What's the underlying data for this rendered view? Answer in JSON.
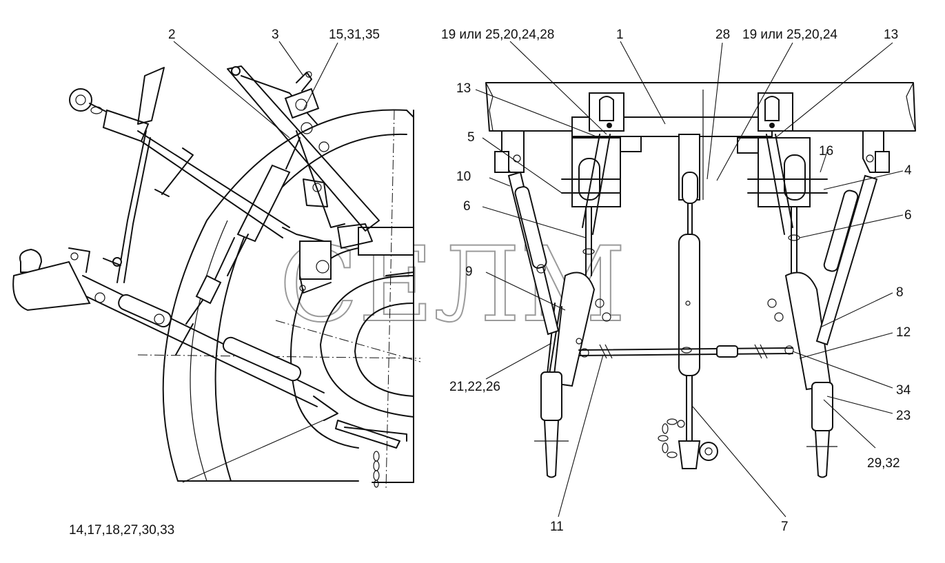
{
  "figure": {
    "watermark": "СЕЛМ",
    "callouts": [
      {
        "id": "c-2",
        "text": "2"
      },
      {
        "id": "c-3",
        "text": "3"
      },
      {
        "id": "c-15-31-35",
        "text": "15,31,35"
      },
      {
        "id": "c-14-17-18",
        "text": "14,17,18,27,30,33"
      },
      {
        "id": "c-19-25-20-24-28",
        "text": "19 или 25,20,24,28"
      },
      {
        "id": "c-1",
        "text": "1"
      },
      {
        "id": "c-28",
        "text": "28"
      },
      {
        "id": "c-19-25-20-24",
        "text": "19 или 25,20,24"
      },
      {
        "id": "c-13-right",
        "text": "13"
      },
      {
        "id": "c-13-left",
        "text": "13"
      },
      {
        "id": "c-5",
        "text": "5"
      },
      {
        "id": "c-10",
        "text": "10"
      },
      {
        "id": "c-6-left",
        "text": "6"
      },
      {
        "id": "c-9",
        "text": "9"
      },
      {
        "id": "c-21-22-26",
        "text": "21,22,26"
      },
      {
        "id": "c-16",
        "text": "16"
      },
      {
        "id": "c-4",
        "text": "4"
      },
      {
        "id": "c-6-right",
        "text": "6"
      },
      {
        "id": "c-8",
        "text": "8"
      },
      {
        "id": "c-12",
        "text": "12"
      },
      {
        "id": "c-34",
        "text": "34"
      },
      {
        "id": "c-23",
        "text": "23"
      },
      {
        "id": "c-29-32",
        "text": "29,32"
      },
      {
        "id": "c-11",
        "text": "11"
      },
      {
        "id": "c-7",
        "text": "7"
      }
    ]
  }
}
